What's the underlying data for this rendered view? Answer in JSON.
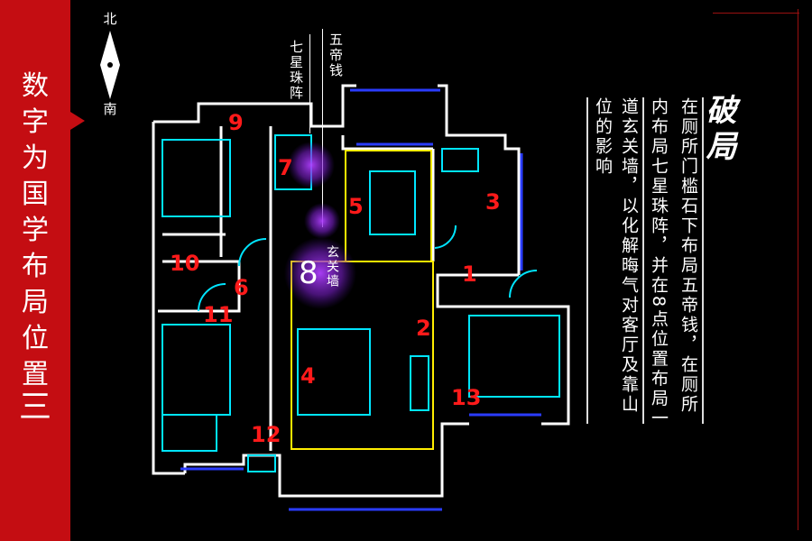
{
  "sidebar": {
    "title_chars": [
      "数",
      "字",
      "为",
      "国",
      "学",
      "布",
      "局",
      "位",
      "置"
    ],
    "part_mark": "三"
  },
  "compass": {
    "north": "北",
    "south": "南"
  },
  "diagram": {
    "labels": {
      "seven_stars": "七星珠阵",
      "five_coins": "五帝钱",
      "xuanguan": "玄关墙",
      "big_eight": "8"
    },
    "numbers": [
      "1",
      "2",
      "3",
      "4",
      "5",
      "6",
      "7",
      "9",
      "10",
      "11",
      "12",
      "13"
    ]
  },
  "text": {
    "title": "破局",
    "columns": [
      "在厕所门槛石下布局五帝钱，在厕所",
      "内布局七星珠阵，并在8点位置布局一",
      "道玄关墙，以化解晦气对客厅及靠山",
      "位的影响"
    ]
  },
  "colors": {
    "accent": "#c40d12",
    "plan_white": "#ffffff",
    "furniture": "#00e5ff",
    "zone": "#ffee00",
    "window": "#2a3cff",
    "number": "#ff1a1a"
  }
}
